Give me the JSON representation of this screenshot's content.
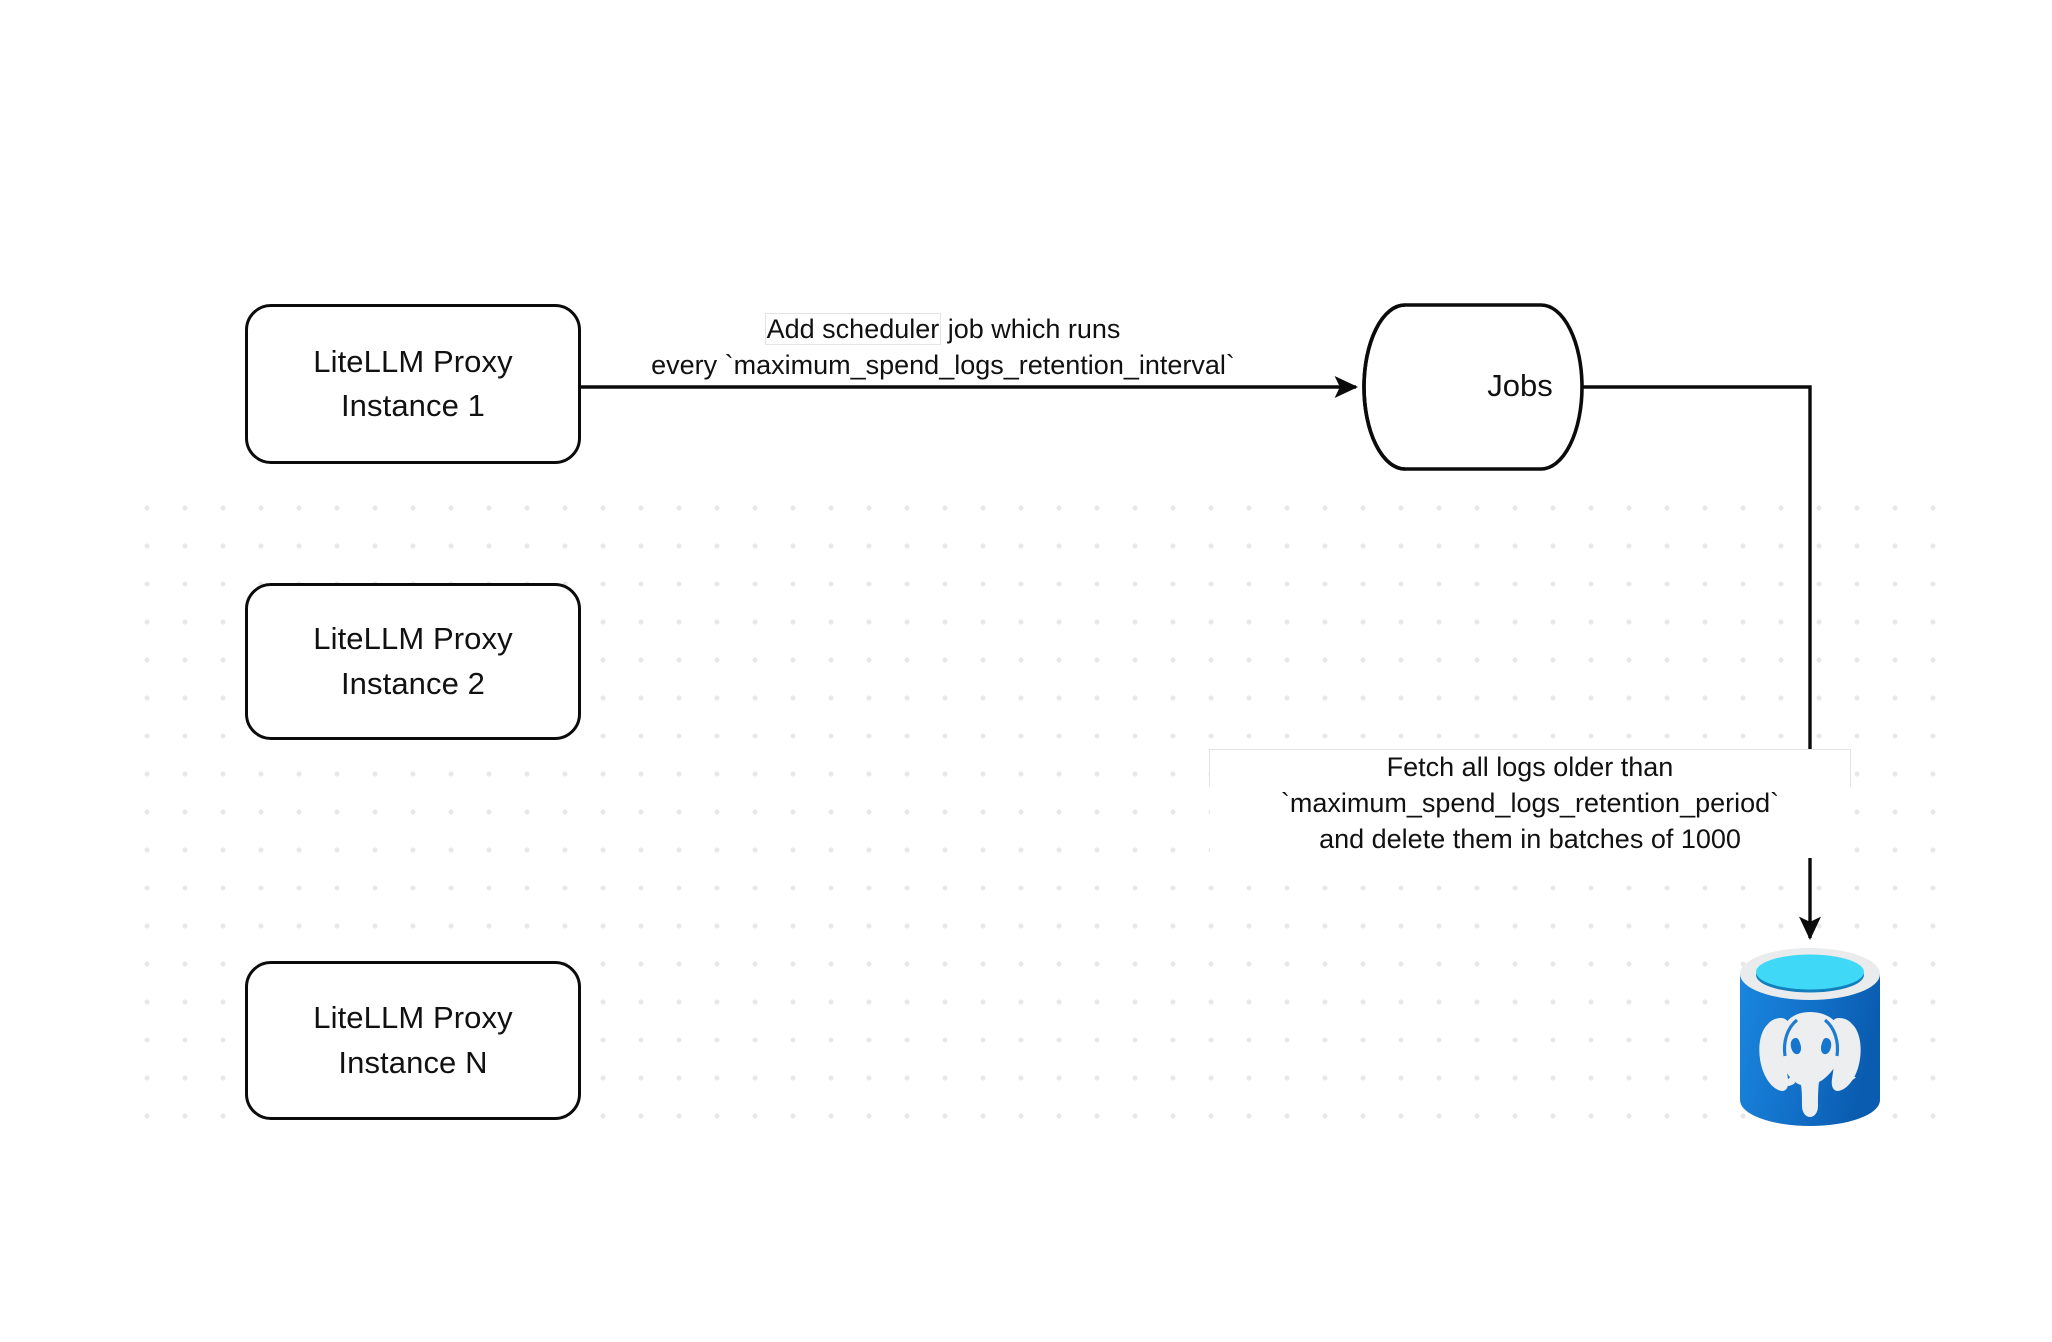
{
  "diagram": {
    "background_color": "#ffffff",
    "dot_color": "#e7e8e9",
    "stroke_color": "#0b0b0b",
    "text_color": "#111111",
    "nodes": [
      {
        "id": "instance-1",
        "shape": "rounded-rect",
        "line1": "LiteLLM Proxy",
        "line2": "Instance 1"
      },
      {
        "id": "instance-2",
        "shape": "rounded-rect",
        "line1": "LiteLLM Proxy",
        "line2": "Instance 2"
      },
      {
        "id": "instance-3",
        "shape": "rounded-rect",
        "line1": "LiteLLM Proxy",
        "line2": "Instance N"
      },
      {
        "id": "jobs",
        "shape": "cylinder",
        "label": "Jobs"
      },
      {
        "id": "database",
        "shape": "postgres-icon",
        "label": ""
      }
    ],
    "edges": [
      {
        "id": "edge-instance1-to-jobs",
        "from": "instance-1",
        "to": "jobs",
        "arrow": "right",
        "label_line_1": "Add scheduler job which runs",
        "label_line_1_highlight": "Add scheduler",
        "label_line_1_rest": " job which runs",
        "label_line_2": "every `maximum_spend_logs_retention_interval`"
      },
      {
        "id": "edge-jobs-to-database",
        "from": "jobs",
        "to": "database",
        "arrow": "down",
        "label_line_1": "Fetch all logs older than",
        "label_line_2": "`maximum_spend_logs_retention_period`",
        "label_line_3": "and delete them in batches of 1000"
      }
    ],
    "postgres_colors": {
      "body_top": "#1b86dd",
      "body_bottom": "#0a5fb4",
      "rim": "#e9ebec",
      "surface_cyan": "#3fd9f7",
      "surface_shadow": "#1380bd",
      "elephant": "#eceef0"
    }
  }
}
